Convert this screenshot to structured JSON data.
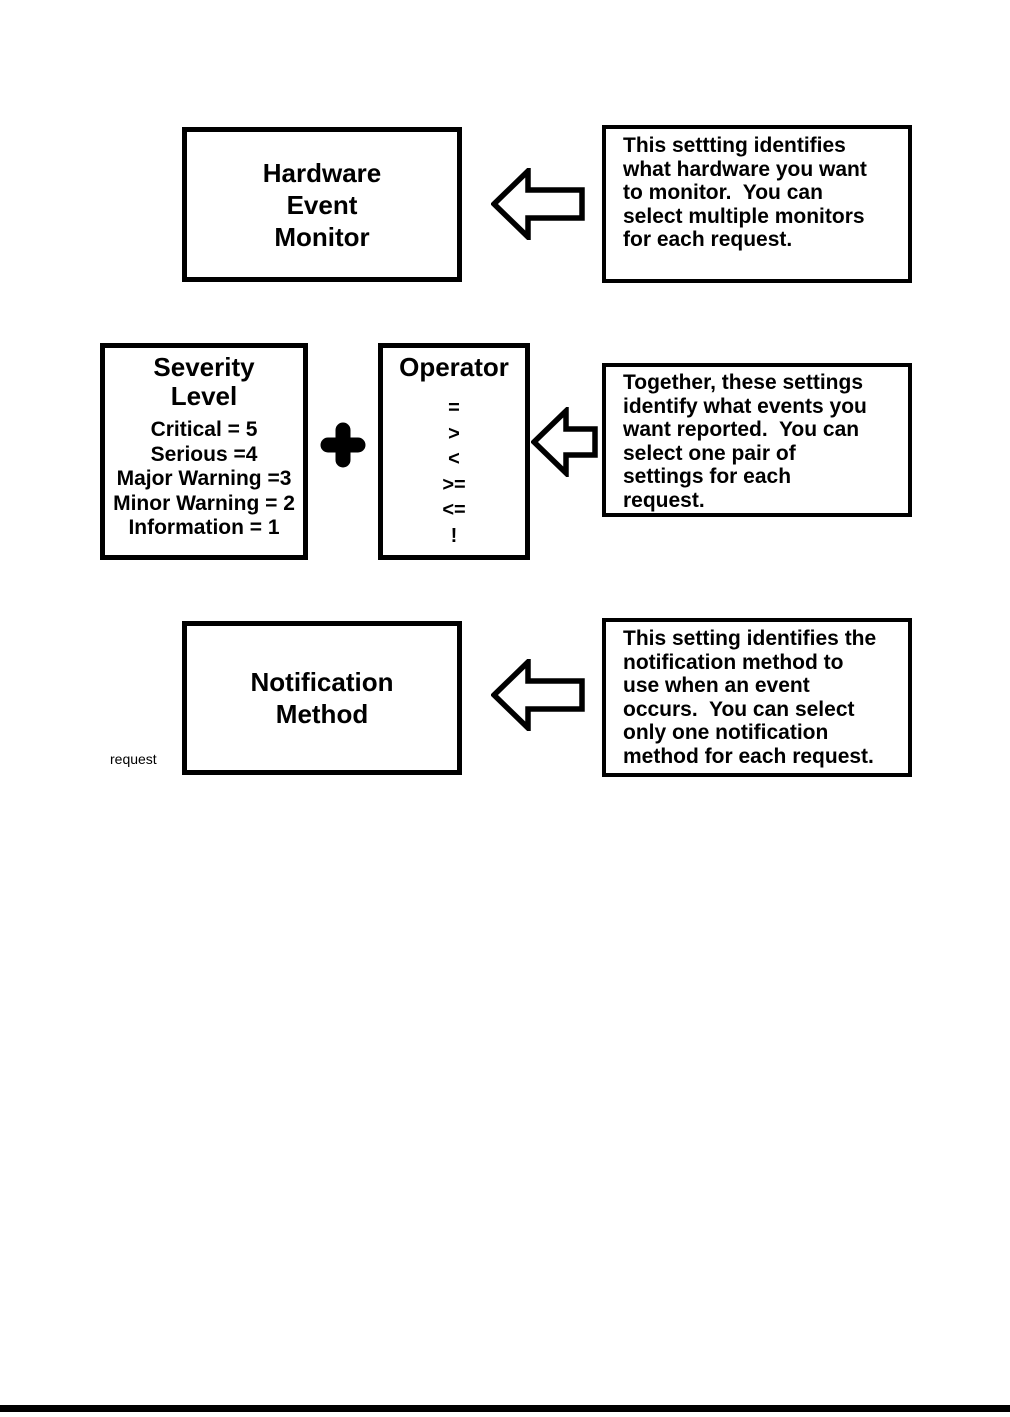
{
  "page": {
    "background": "#ffffff",
    "ink": "#000000"
  },
  "icons": {
    "note_arrow": "left-arrow",
    "connector": "plus"
  },
  "diagram": {
    "hardware_box": {
      "title_lines": [
        "Hardware",
        "Event",
        "Monitor"
      ]
    },
    "severity_box": {
      "title_lines": [
        "Severity",
        "Level"
      ],
      "levels": [
        "Critical = 5",
        "Serious =4",
        "Major Warning =3",
        "Minor Warning = 2",
        "Information = 1"
      ]
    },
    "operator_box": {
      "title": "Operator",
      "operators": [
        "=",
        ">",
        "<",
        ">=",
        "<=",
        "!"
      ]
    },
    "notification_box": {
      "title_lines": [
        "Notification",
        "Method"
      ]
    },
    "request_label": "request",
    "notes": {
      "hardware": {
        "lines": [
          "This settting identifies",
          "what hardware you want",
          "to monitor.  You can",
          "select multiple monitors",
          "for each request."
        ]
      },
      "events": {
        "lines": [
          "Together, these settings",
          "identify what events you",
          "want reported.  You can",
          "select one pair of",
          "settings for each",
          "request."
        ]
      },
      "notification": {
        "lines": [
          "This setting identifies the",
          "notification method to",
          "use when an event",
          "occurs.  You can select",
          "only one notification",
          "method for each request."
        ]
      }
    }
  }
}
